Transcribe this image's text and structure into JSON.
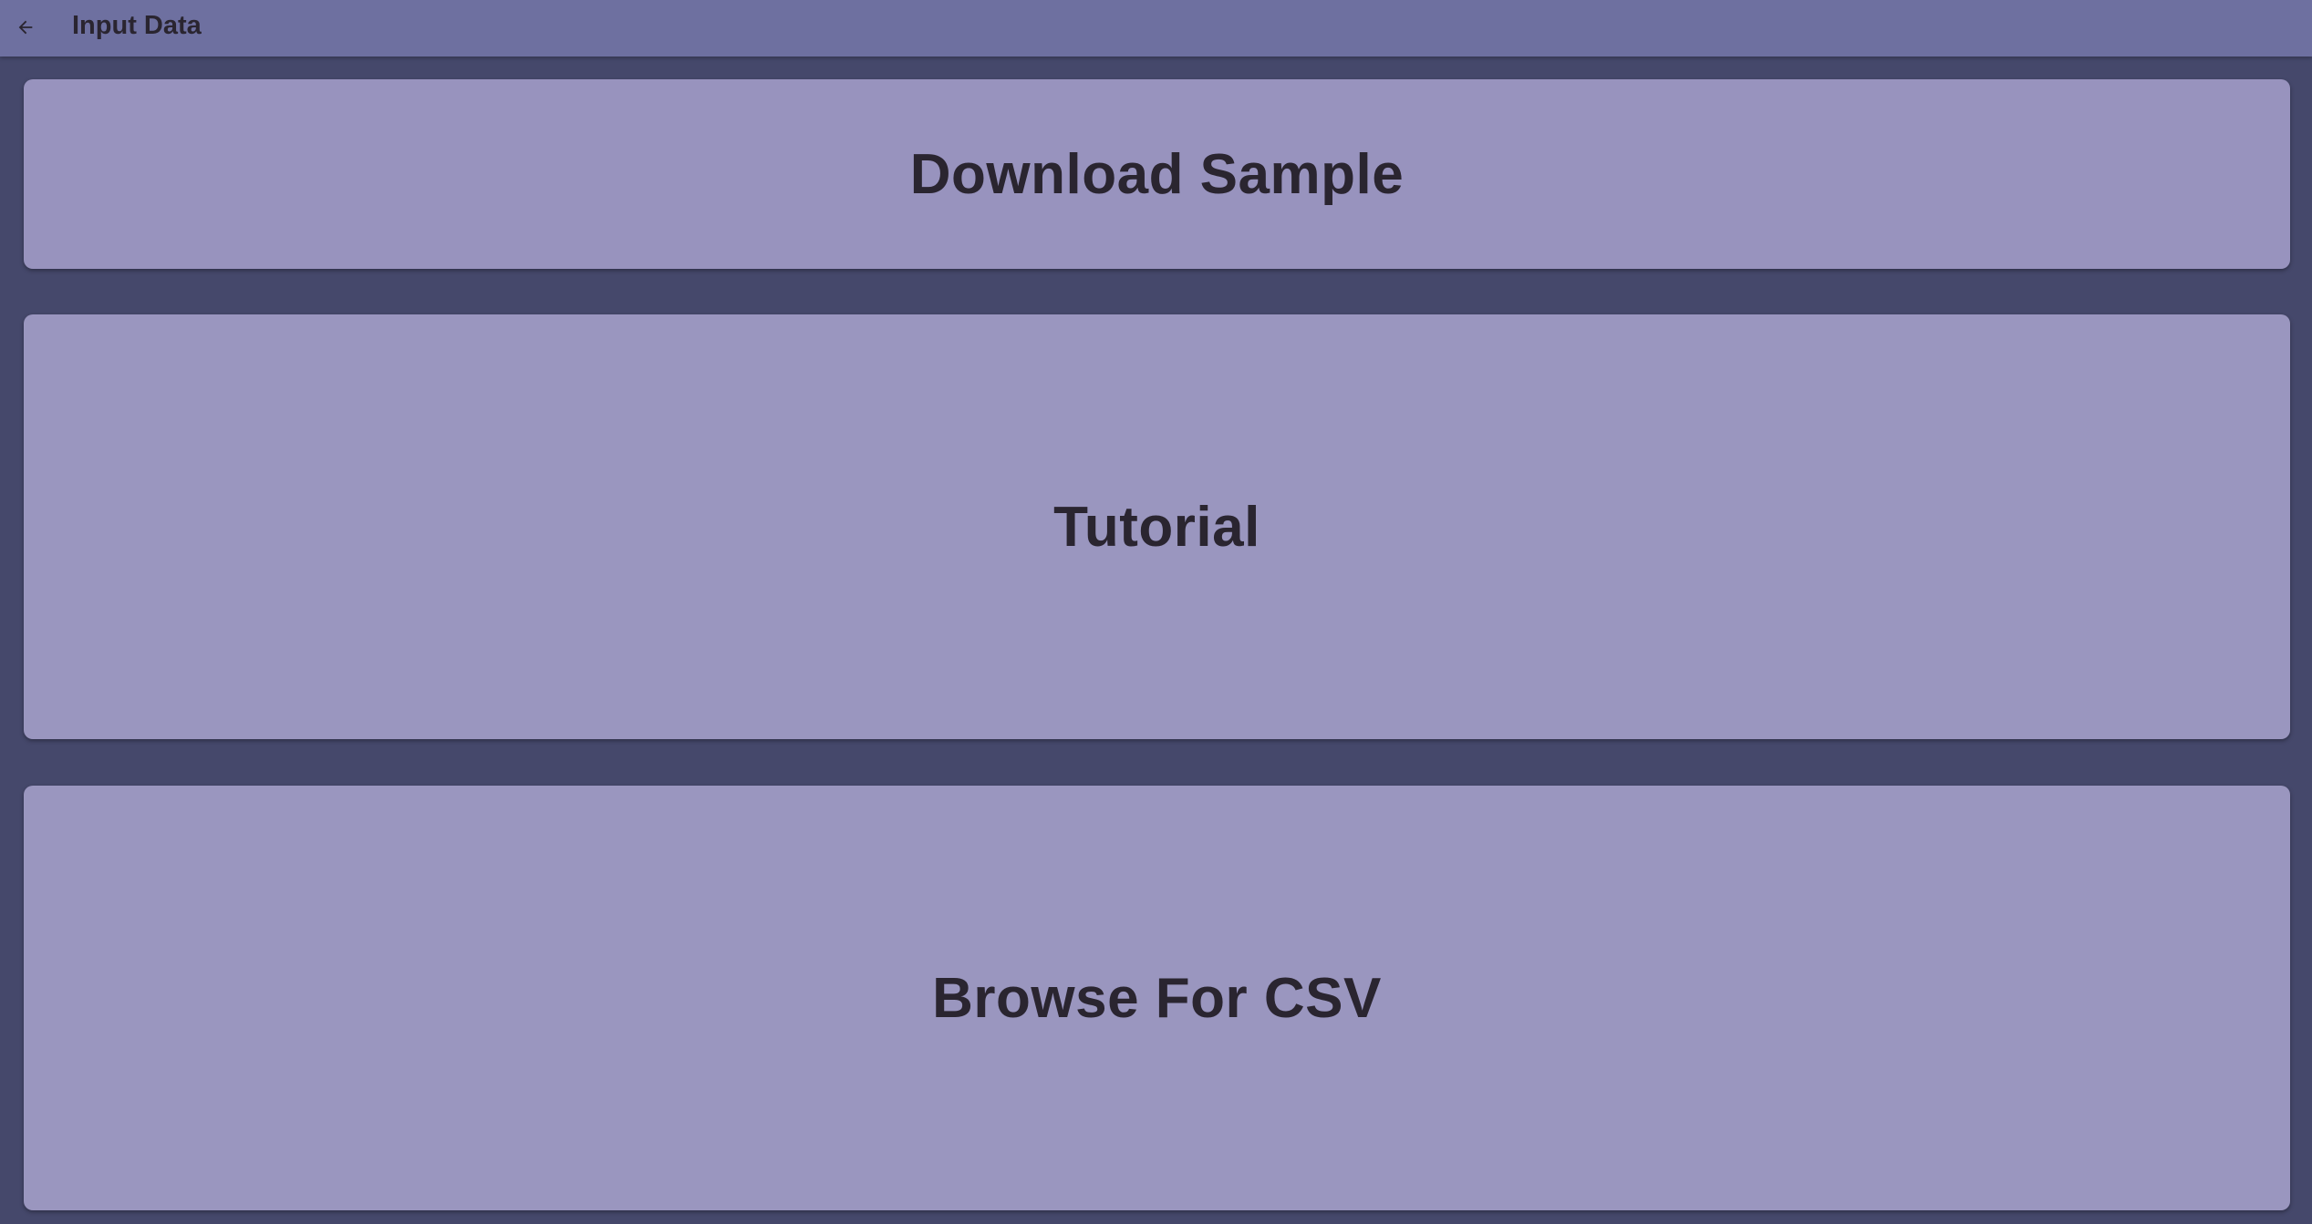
{
  "app_bar": {
    "title": "Input Data",
    "back_icon": "arrow-left-icon"
  },
  "cards": {
    "download_sample": "Download Sample",
    "tutorial": "Tutorial",
    "browse_csv": "Browse For CSV"
  },
  "colors": {
    "app_bar": "#6e70a0",
    "background": "#45486b",
    "card": "#9893be",
    "text": "#2a2530"
  }
}
